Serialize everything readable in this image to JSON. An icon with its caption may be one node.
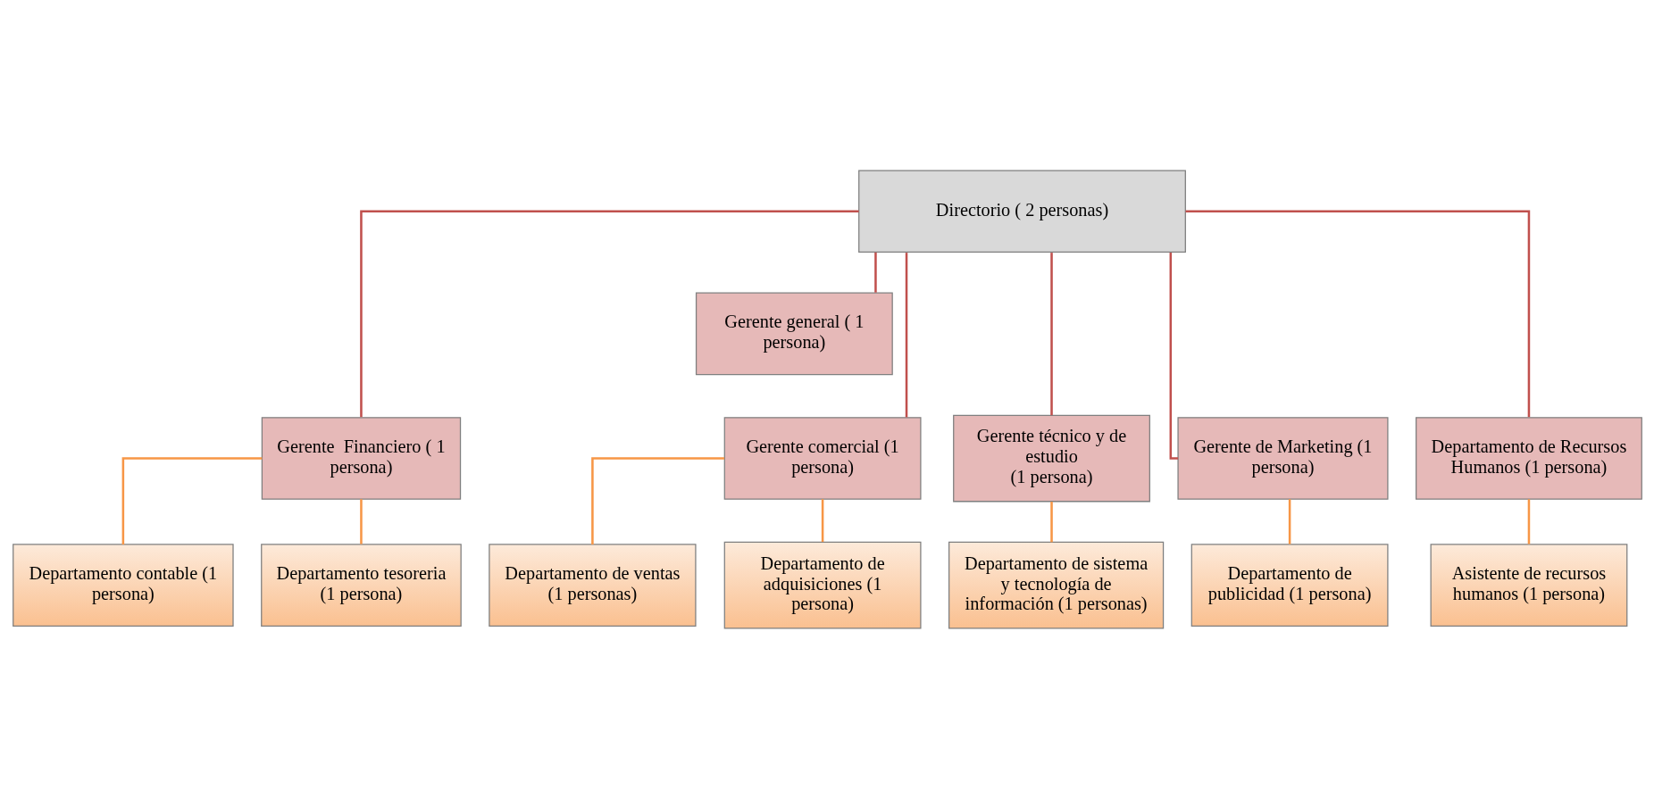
{
  "diagram": {
    "nodes": [
      {
        "text": [
          "Directorio ( 2 personas)"
        ]
      },
      {
        "text": [
          "Gerente general ( 1 persona)"
        ]
      },
      {
        "text": [
          "Gerente  Financiero ( 1 persona)"
        ]
      },
      {
        "text": [
          "Gerente comercial (1 persona)"
        ]
      },
      {
        "text": [
          "Gerente técnico y de estudio",
          "(1 persona)"
        ]
      },
      {
        "text": [
          "Gerente de Marketing (1 persona)"
        ]
      },
      {
        "text": [
          "Departamento de Recursos Humanos (1 persona)"
        ]
      },
      {
        "text": [
          "Departamento contable (1 persona)"
        ]
      },
      {
        "text": [
          "Departamento tesoreria (1 persona)"
        ]
      },
      {
        "text": [
          "Departamento de ventas (1 personas)"
        ]
      },
      {
        "text": [
          "Departamento de adquisiciones (1 persona)"
        ]
      },
      {
        "text": [
          "Departamento de sistema y tecnología de información (1 personas)"
        ]
      },
      {
        "text": [
          "Departamento de publicidad (1 persona)"
        ]
      },
      {
        "text": [
          "Asistente de recursos humanos (1 persona)"
        ]
      }
    ],
    "edges": [
      {
        "from": 0,
        "to": 1,
        "arrow": "none",
        "color": "#c0504d"
      },
      {
        "from": 0,
        "to": 2,
        "arrow": "none",
        "color": "#c0504d"
      },
      {
        "from": 0,
        "to": 3,
        "arrow": "none",
        "color": "#c0504d"
      },
      {
        "from": 0,
        "to": 4,
        "arrow": "none",
        "color": "#c0504d"
      },
      {
        "from": 0,
        "to": 5,
        "arrow": "none",
        "color": "#c0504d"
      },
      {
        "from": 0,
        "to": 6,
        "arrow": "none",
        "color": "#c0504d"
      },
      {
        "from": 2,
        "to": 7,
        "arrow": "none"
      },
      {
        "from": 2,
        "to": 8,
        "arrow": "none"
      },
      {
        "from": 3,
        "to": 9,
        "arrow": "none"
      },
      {
        "from": 3,
        "to": 10,
        "arrow": "none"
      },
      {
        "from": 4,
        "to": 11,
        "arrow": "none"
      },
      {
        "from": 5,
        "to": 12,
        "arrow": "none"
      },
      {
        "from": 6,
        "to": 13,
        "arrow": "none"
      }
    ]
  }
}
